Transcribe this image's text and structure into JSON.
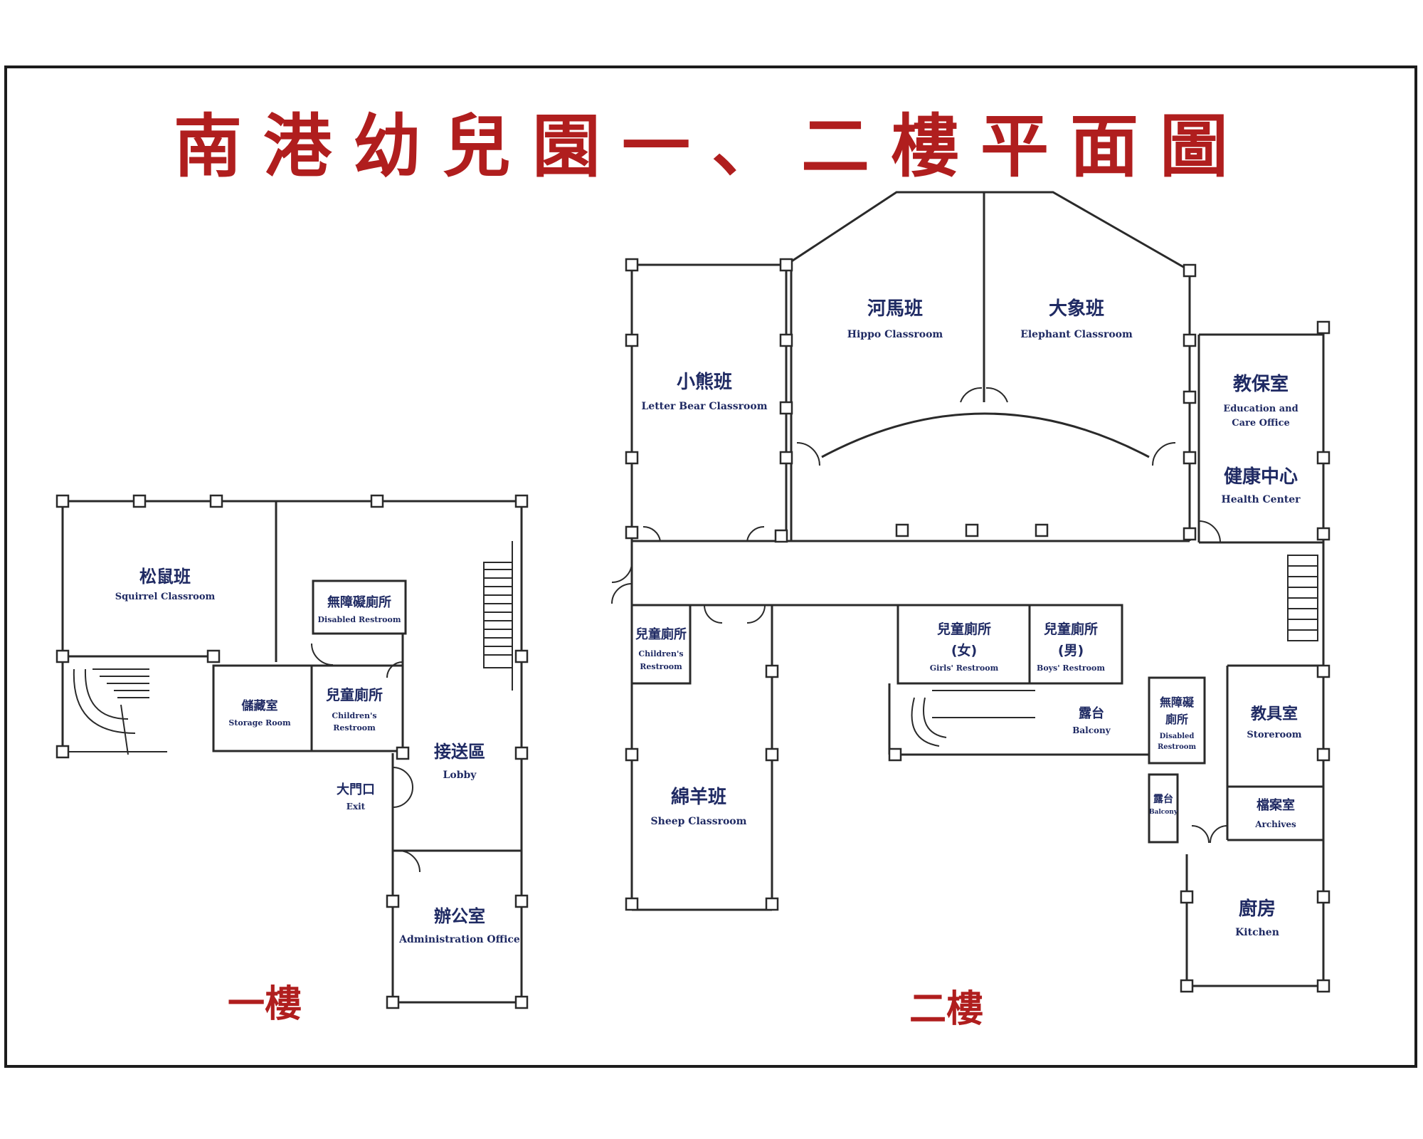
{
  "title": "南港幼兒園一、二樓平面圖",
  "colors": {
    "title": "#b01e1e",
    "room_label": "#1f2a63",
    "wall": "#2a2a2a"
  },
  "floors": {
    "first": {
      "label": "一樓",
      "rooms": {
        "squirrel": {
          "zh": "松鼠班",
          "en": "Squirrel Classroom"
        },
        "disabled_restroom": {
          "zh": "無障礙廁所",
          "en": "Disabled Restroom"
        },
        "storage": {
          "zh": "儲藏室",
          "en": "Storage Room"
        },
        "childrens_restroom": {
          "zh": "兒童廁所",
          "en1": "Children's",
          "en2": "Restroom"
        },
        "lobby": {
          "zh": "接送區",
          "en": "Lobby"
        },
        "exit": {
          "zh": "大門口",
          "en": "Exit"
        },
        "admin": {
          "zh": "辦公室",
          "en": "Administration Office"
        }
      }
    },
    "second": {
      "label": "二樓",
      "rooms": {
        "bear": {
          "zh": "小熊班",
          "en": "Letter Bear Classroom"
        },
        "hippo": {
          "zh": "河馬班",
          "en": "Hippo Classroom"
        },
        "elephant": {
          "zh": "大象班",
          "en": "Elephant Classroom"
        },
        "edu_office": {
          "zh": "教保室",
          "en1": "Education and",
          "en2": "Care Office"
        },
        "health": {
          "zh": "健康中心",
          "en": "Health Center"
        },
        "childrens_restroom": {
          "zh": "兒童廁所",
          "en1": "Children's",
          "en2": "Restroom"
        },
        "girls_restroom": {
          "zh1": "兒童廁所",
          "zh2": "(女)",
          "en": "Girls' Restroom"
        },
        "boys_restroom": {
          "zh1": "兒童廁所",
          "zh2": "(男)",
          "en": "Boys' Restroom"
        },
        "balcony_main": {
          "zh": "露台",
          "en": "Balcony"
        },
        "disabled_restroom": {
          "zh1": "無障礙",
          "zh2": "廁所",
          "en1": "Disabled",
          "en2": "Restroom"
        },
        "storeroom": {
          "zh": "教具室",
          "en": "Storeroom"
        },
        "archives": {
          "zh": "檔案室",
          "en": "Archives"
        },
        "balcony_small": {
          "zh": "露台",
          "en": "Balcony"
        },
        "sheep": {
          "zh": "綿羊班",
          "en": "Sheep Classroom"
        },
        "kitchen": {
          "zh": "廚房",
          "en": "Kitchen"
        }
      }
    }
  }
}
